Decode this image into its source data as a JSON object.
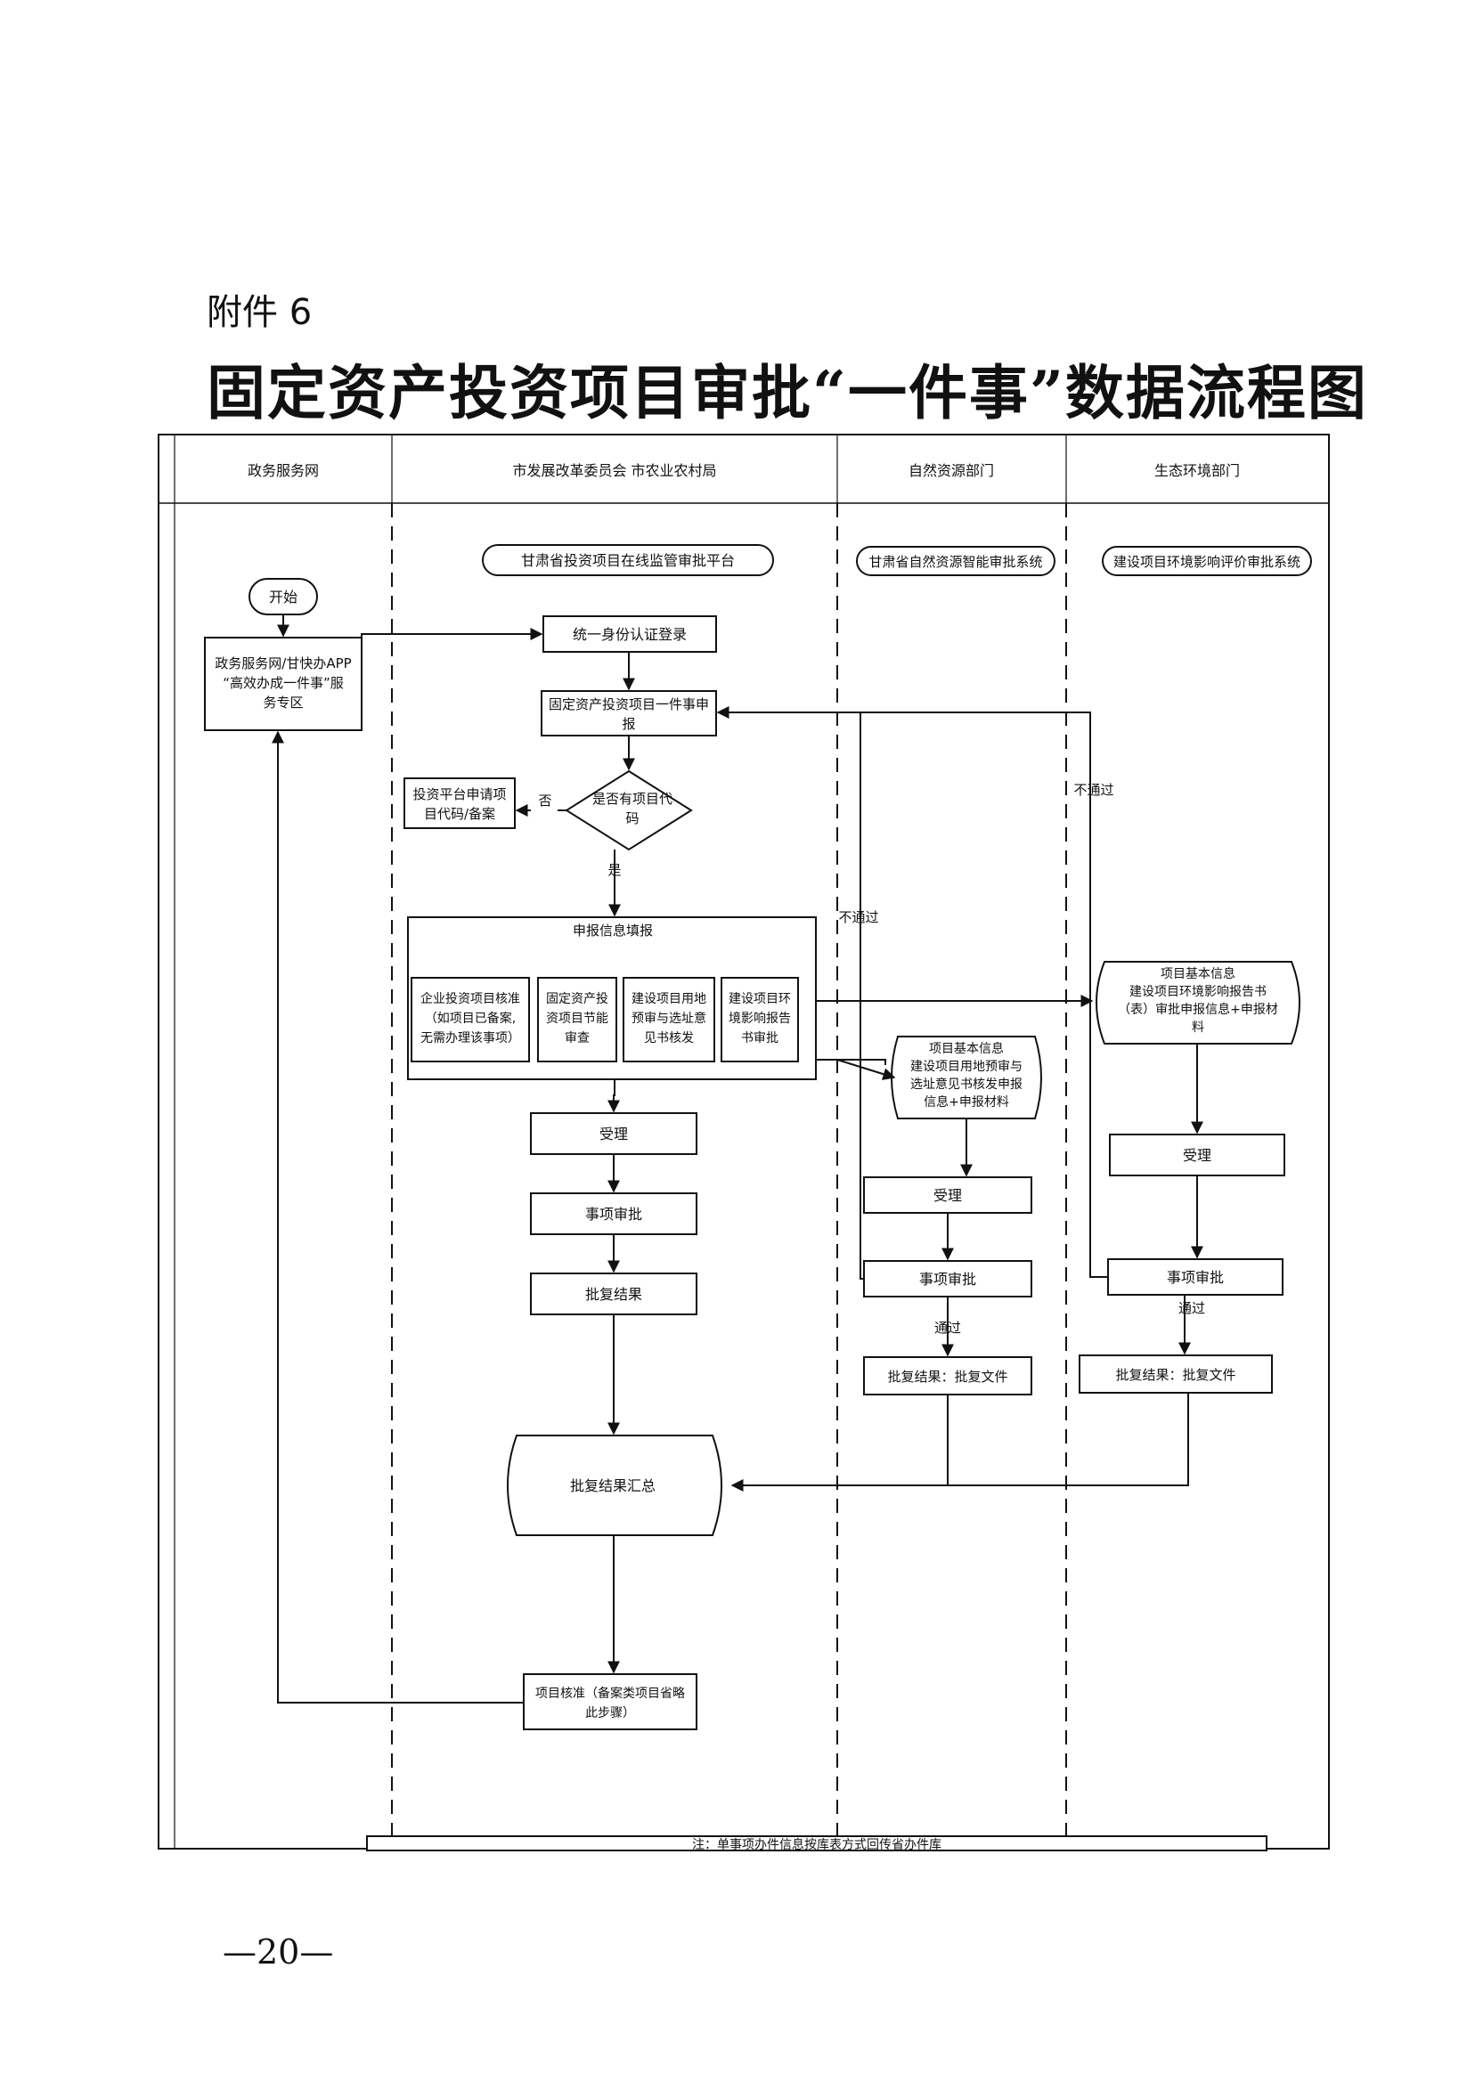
{
  "page": {
    "attachment": "附件 6",
    "title": "固定资产投资项目审批“一件事”数据流程图",
    "page_number": "—20—"
  },
  "lanes": {
    "gov_service": "政务服务网",
    "dev_reform": "市发展改革委员会  市农业农村局",
    "natural_resources": "自然资源部门",
    "eco_env": "生态环境部门"
  },
  "systems": {
    "invest_platform": "甘肃省投资项目在线监管审批平台",
    "nr_system": "甘肃省自然资源智能审批系统",
    "env_system": "建设项目环境影响评价审批系统"
  },
  "nodes": {
    "start": "开始",
    "gov_portal": [
      "政务服务网/甘快办APP",
      "“高效办成一件事”服",
      "务专区"
    ],
    "login": "统一身份认证登录",
    "declare": [
      "固定资产投资项目一件事申",
      "报"
    ],
    "decision": [
      "是否有项目代",
      "码"
    ],
    "apply_code": [
      "投资平台申请项",
      "目代码/备案"
    ],
    "fill_info": "申报信息填报",
    "sub1": [
      "企业投资项目核准",
      "（如项目已备案,",
      "无需办理该事项）"
    ],
    "sub2": [
      "固定资产投",
      "资项目节能",
      "审查"
    ],
    "sub3": [
      "建设项目用地",
      "预审与选址意",
      "见书核发"
    ],
    "sub4": [
      "建设项目环",
      "境影响报告",
      "书审批"
    ],
    "accept_main": "受理",
    "approve_main": "事项审批",
    "result_main": "批复结果",
    "summary": "批复结果汇总",
    "verify": [
      "项目核准（备案类项目省略",
      "此步骤）"
    ],
    "nr_data": [
      "项目基本信息",
      "建设项目用地预审与",
      "选址意见书核发申报",
      "信息+申报材料"
    ],
    "nr_accept": "受理",
    "nr_approve": "事项审批",
    "nr_result": "批复结果：批复文件",
    "env_data": [
      "项目基本信息",
      "建设项目环境影响报告书",
      "（表）审批申报信息+申报材",
      "料"
    ],
    "env_accept": "受理",
    "env_approve": "事项审批",
    "env_result": "批复结果：批复文件"
  },
  "labels": {
    "no": "否",
    "yes": "是",
    "reject_nr": "不通过",
    "reject_env": "不通过",
    "pass_nr": "通过",
    "pass_env": "通过"
  },
  "footer_note": "注：单事项办件信息按库表方式回传省办件库"
}
